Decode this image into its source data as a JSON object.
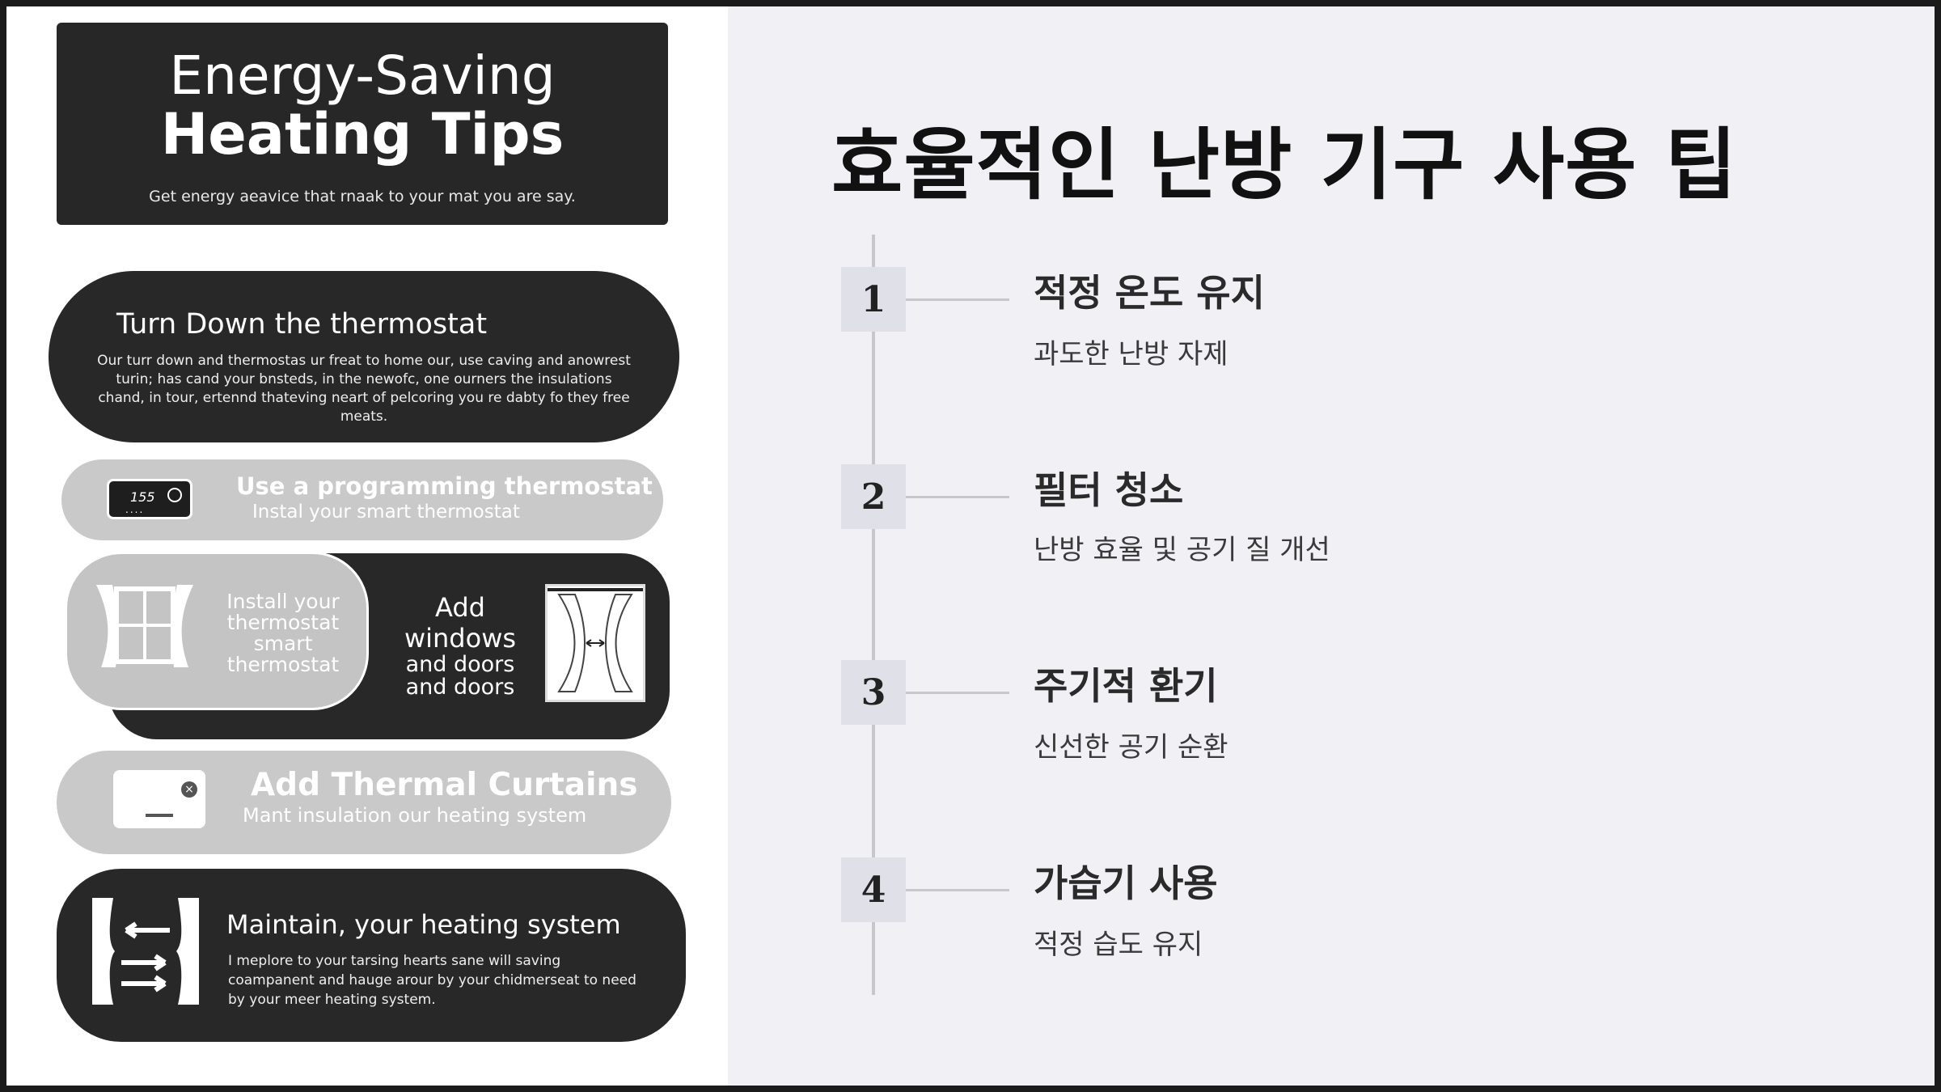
{
  "left_panel": {
    "hero": {
      "title_line1": "Energy-Saving",
      "title_line2": "Heating Tips",
      "subtitle": "Get energy aeavice that rnaak to your mat you are say."
    },
    "card1": {
      "heading": "Turn Down the thermostat",
      "body": "Our turr down and thermostas ur freat to home our, use caving and anowrest turin; has cand your bnsteds, in the newofc, one ourners the insulations chand, in tour, ertennd thateving neart of pelcoring you re dabty fo they free meats."
    },
    "card2": {
      "device_display": "155",
      "heading": "Use a programming thermostat",
      "subheading": "Instal your smart thermostat"
    },
    "card3": {
      "grey_text_1": "Install your",
      "grey_text_2": "thermostat",
      "grey_text_3": "smart",
      "grey_text_4": "thermostat",
      "add_1": "Add",
      "add_2": "windows",
      "add_3": "and doors",
      "add_4": "and doors"
    },
    "card4": {
      "heading": "Add Thermal Curtains",
      "subheading": "Mant insulation our heating system"
    },
    "card5": {
      "heading": "Maintain, your heating system",
      "body": "I meplore to your tarsing hearts sane will saving coampanent and hauge arour by your chidmerseat to need by your meer heating system."
    }
  },
  "right_panel": {
    "title": "효율적인 난방 기구 사용 팁",
    "steps": [
      {
        "number": "1",
        "title": "적정 온도 유지",
        "desc": "과도한 난방 자제"
      },
      {
        "number": "2",
        "title": "필터 청소",
        "desc": "난방 효율 및 공기 질 개선"
      },
      {
        "number": "3",
        "title": "주기적 환기",
        "desc": "신선한 공기 순환"
      },
      {
        "number": "4",
        "title": "가습기 사용",
        "desc": "적정 습도 유지"
      }
    ]
  }
}
